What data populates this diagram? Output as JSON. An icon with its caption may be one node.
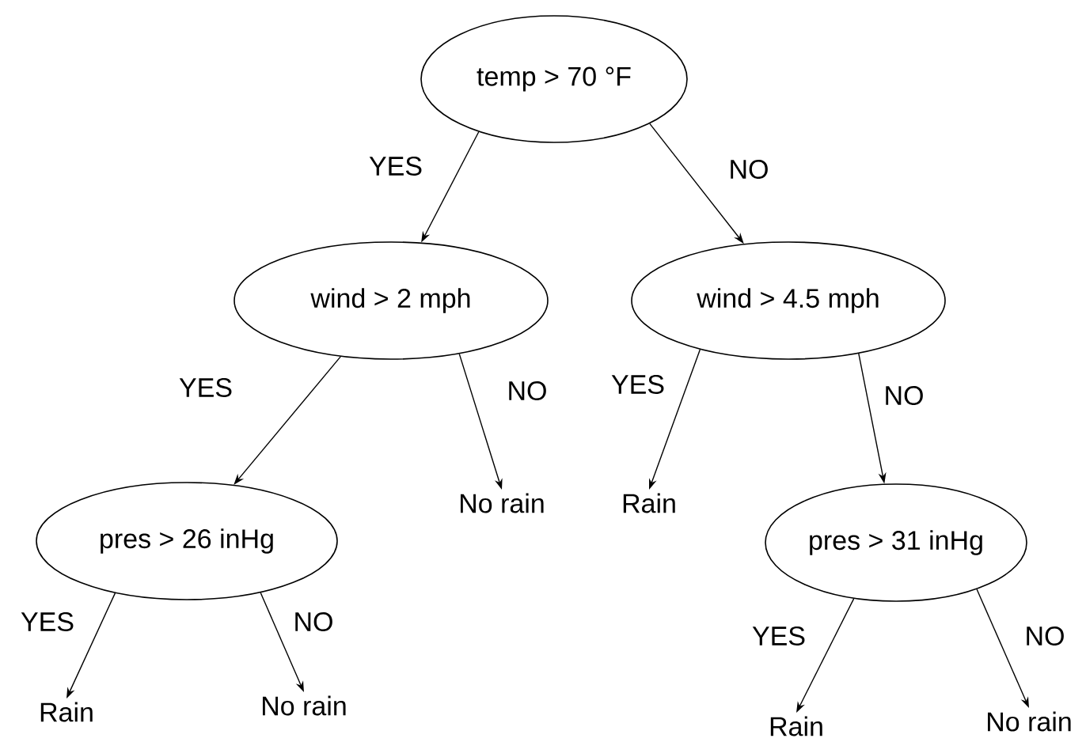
{
  "diagram": {
    "nodes": [
      {
        "text": [
          "temp > 70 °F"
        ]
      },
      {
        "text": [
          "wind > 2 mph"
        ]
      },
      {
        "text": [
          "wind > 4.5 mph"
        ]
      },
      {
        "text": [
          "pres > 26 inHg"
        ]
      },
      {
        "text": [
          "No rain"
        ]
      },
      {
        "text": [
          "Rain"
        ]
      },
      {
        "text": [
          "pres > 31 inHg"
        ]
      },
      {
        "text": [
          "Rain"
        ]
      },
      {
        "text": [
          "No rain"
        ]
      },
      {
        "text": [
          "Rain"
        ]
      },
      {
        "text": [
          "No rain"
        ]
      }
    ],
    "edges": [
      {
        "from": 0,
        "to": 1,
        "arrow": "to",
        "label": "YES"
      },
      {
        "from": 0,
        "to": 2,
        "arrow": "to",
        "label": "NO"
      },
      {
        "from": 1,
        "to": 3,
        "arrow": "to",
        "label": "YES"
      },
      {
        "from": 1,
        "to": 4,
        "arrow": "to",
        "label": "NO"
      },
      {
        "from": 2,
        "to": 5,
        "arrow": "to",
        "label": "YES"
      },
      {
        "from": 2,
        "to": 6,
        "arrow": "to",
        "label": "NO"
      },
      {
        "from": 3,
        "to": 7,
        "arrow": "to",
        "label": "YES"
      },
      {
        "from": 3,
        "to": 8,
        "arrow": "to",
        "label": "NO"
      },
      {
        "from": 6,
        "to": 9,
        "arrow": "to",
        "label": "YES"
      },
      {
        "from": 6,
        "to": 10,
        "arrow": "to",
        "label": "NO"
      }
    ]
  }
}
